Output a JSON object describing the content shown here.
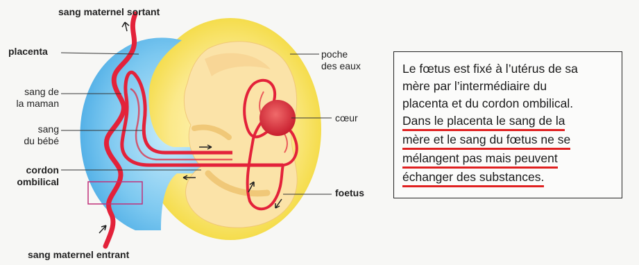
{
  "labels": {
    "sang_sortant": "sang maternel sortant",
    "placenta": "placenta",
    "sang_maman_1": "sang de",
    "sang_maman_2": "la maman",
    "sang_bebe_1": "sang",
    "sang_bebe_2": "du bébé",
    "cordon_1": "cordon",
    "cordon_2": "ombilical",
    "sang_entrant": "sang maternel entrant",
    "poche_1": "poche",
    "poche_2": "des eaux",
    "coeur": "cœur",
    "foetus": "foetus"
  },
  "info": {
    "line1": "Le fœtus est fixé à l’utérus de sa",
    "line2": "mère par l’intermédiaire du",
    "line3": "placenta et du cordon ombilical.",
    "line4": "Dans le placenta le sang de la",
    "line5": "mère et le sang du fœtus ne se",
    "line6": "mélangent pas mais peuvent",
    "line7": "échanger des substances."
  },
  "colors": {
    "placenta_blue": "#4fb0e6",
    "amniotic_yellow": "#f7e45a",
    "blood_red": "#e3223a",
    "underline_red": "#e02020"
  }
}
